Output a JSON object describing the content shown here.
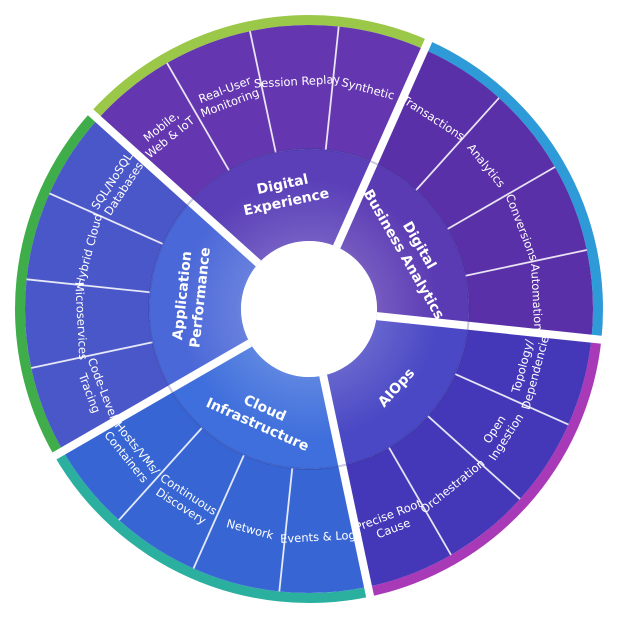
{
  "colors": {
    "background": "#ffffff",
    "separator": "#ffffff",
    "center": "#ffffff"
  },
  "sectors": [
    {
      "key": "application-performance",
      "title_lines": [
        "Application",
        "Performance"
      ],
      "inner_color": "#4b68d8",
      "outer_color": "#4a57c8",
      "ring_color": "#3fae4a",
      "items": [
        {
          "key": "code-level-tracing",
          "lines": [
            "Code-Level",
            "Tracing"
          ]
        },
        {
          "key": "microservices",
          "lines": [
            "Microservices"
          ]
        },
        {
          "key": "hybrid-cloud",
          "lines": [
            "Hybrid Cloud"
          ]
        },
        {
          "key": "sql-nosql-databases",
          "lines": [
            "SQL/NoSQL",
            "Databases"
          ]
        }
      ]
    },
    {
      "key": "digital-experience",
      "title_lines": [
        "Digital",
        "Experience"
      ],
      "inner_color": "#5a3fb8",
      "outer_color": "#6437b0",
      "ring_color": "#9cc84a",
      "items": [
        {
          "key": "mobile-web-iot",
          "lines": [
            "Mobile,",
            "Web & IoT"
          ]
        },
        {
          "key": "real-user-monitoring",
          "lines": [
            "Real-User",
            "Monitoring"
          ]
        },
        {
          "key": "session-replay",
          "lines": [
            "Session Replay"
          ]
        },
        {
          "key": "synthetic",
          "lines": [
            "Synthetic"
          ]
        }
      ]
    },
    {
      "key": "digital-business-analytics",
      "title_lines": [
        "Digital",
        "Business Analytics"
      ],
      "inner_color": "#5b3bb4",
      "outer_color": "#5a30a8",
      "ring_color": "#2f9ad8",
      "items": [
        {
          "key": "transactions",
          "lines": [
            "Transactions"
          ]
        },
        {
          "key": "analytics",
          "lines": [
            "Analytics"
          ]
        },
        {
          "key": "conversions",
          "lines": [
            "Conversions"
          ]
        },
        {
          "key": "automation",
          "lines": [
            "Automation"
          ]
        }
      ]
    },
    {
      "key": "aiops",
      "title_lines": [
        "AIOps"
      ],
      "inner_color": "#4a48c4",
      "outer_color": "#4538b8",
      "ring_color": "#a83ab8",
      "items": [
        {
          "key": "topology-dependencies",
          "lines": [
            "Topology/",
            "Dependencies"
          ]
        },
        {
          "key": "open-ingestion",
          "lines": [
            "Open",
            "Ingestion"
          ]
        },
        {
          "key": "orchestration",
          "lines": [
            "Orchestration"
          ]
        },
        {
          "key": "precise-root-cause",
          "lines": [
            "Precise Root",
            "Cause"
          ]
        }
      ]
    },
    {
      "key": "cloud-infrastructure",
      "title_lines": [
        "Cloud",
        "Infrastructure"
      ],
      "inner_color": "#3f6fdc",
      "outer_color": "#3766d4",
      "ring_color": "#2bb0a0",
      "items": [
        {
          "key": "events-logs",
          "lines": [
            "Events & Logs"
          ]
        },
        {
          "key": "network",
          "lines": [
            "Network"
          ]
        },
        {
          "key": "continuous-discovery",
          "lines": [
            "Continuous",
            "Discovery"
          ]
        },
        {
          "key": "hosts-vms-containers",
          "lines": [
            "Hosts/VMs/",
            "Containers"
          ]
        }
      ]
    }
  ]
}
